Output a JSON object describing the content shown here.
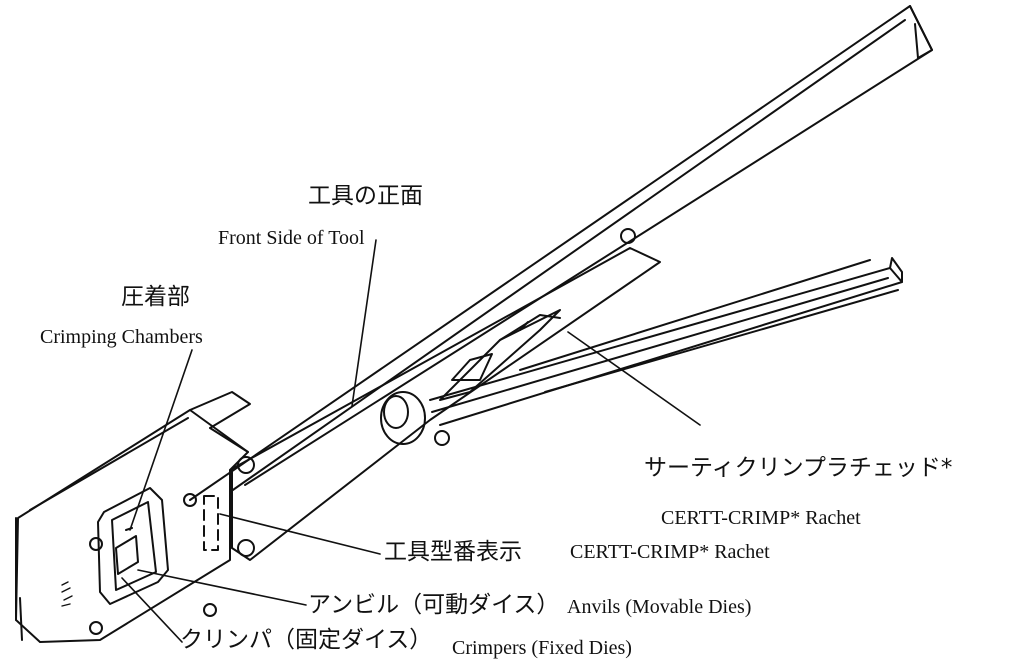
{
  "labels": {
    "front_side_jp": "工具の正面",
    "front_side_en": "Front Side of Tool",
    "crimping_jp": "圧着部",
    "crimping_en": "Crimping Chambers",
    "ratchet_jp": "サーティクリンプラチェッド*",
    "ratchet_en": "CERTT-CRIMP* Rachet",
    "model_jp": "工具型番表示",
    "model_en": "CERTT-CRIMP* Rachet",
    "anvils_jp": "アンビル（可動ダイス）",
    "anvils_en": "Anvils (Movable Dies)",
    "crimpers_jp": "クリンパ（固定ダイス）",
    "crimpers_en": "Crimpers (Fixed Dies)"
  },
  "colors": {
    "ink": "#111111",
    "paper": "#ffffff"
  }
}
